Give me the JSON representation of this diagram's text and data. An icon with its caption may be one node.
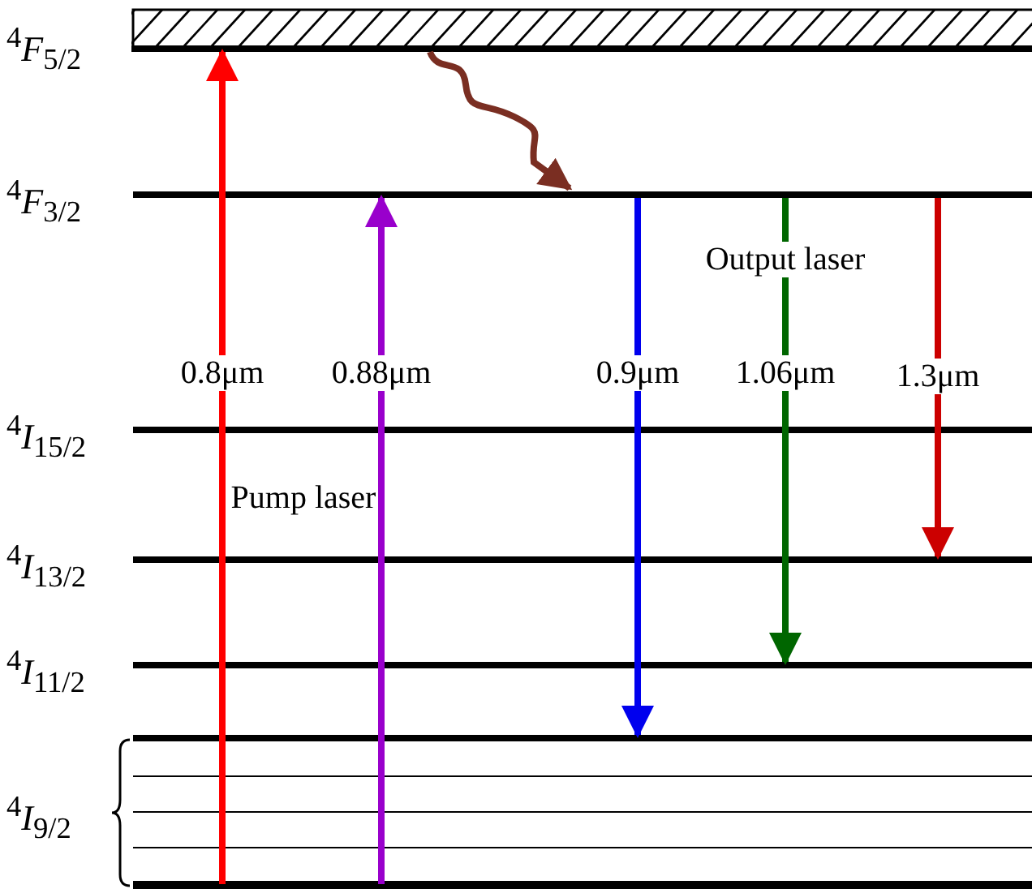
{
  "diagram": {
    "nodes": [
      {
        "text": [
          "$^{4}$*F*$_{5/2}$"
        ]
      },
      {
        "text": [
          "$^{4}$*F*$_{3/2}$"
        ]
      },
      {
        "text": [
          "$^{4}$*I*$_{15/2}$"
        ]
      },
      {
        "text": [
          "$^{4}$*I*$_{13/2}$"
        ]
      },
      {
        "text": [
          "$^{4}$*I*$_{11/2}$"
        ]
      },
      {
        "text": [
          "$^{4}$*I*$_{9/2}$"
        ]
      }
    ],
    "edges": [
      {
        "from": 5,
        "to": 0,
        "arrow": "to",
        "label": "0.8μm",
        "color": "#ff0000"
      },
      {
        "from": 5,
        "to": 1,
        "arrow": "to",
        "label": "0.88μm",
        "color": "#9900cc"
      },
      {
        "from": 0,
        "to": 1,
        "arrow": "to",
        "color": "#7a2e22"
      },
      {
        "from": 1,
        "to": 5,
        "arrow": "to",
        "label": "0.9μm",
        "color": "#0000ee"
      },
      {
        "from": 1,
        "to": 4,
        "arrow": "to",
        "label": "1.06μm",
        "color": "#006600"
      },
      {
        "from": 1,
        "to": 3,
        "arrow": "to",
        "label": "1.3μm",
        "color": "#cc0000"
      }
    ],
    "labels": [
      "Output laser",
      "Pump laser"
    ]
  }
}
